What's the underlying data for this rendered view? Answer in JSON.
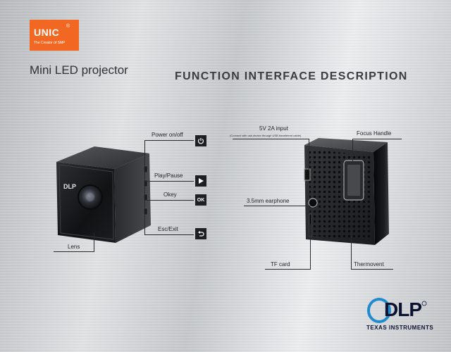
{
  "brand": {
    "logo_text": "UNIC",
    "reg_mark": "®",
    "tagline": "The Creator of SMP"
  },
  "product_title": "Mini LED projector",
  "section_title": "FUNCTION INTERFACE DESCRIPTION",
  "front_labels": {
    "power": "Power on/off",
    "play": "Play/Pause",
    "okey": "Okey",
    "esc": "Esc/Exit",
    "lens": "Lens",
    "ok_icon": "OK",
    "dlp_on_device": "DLP"
  },
  "rear_labels": {
    "usb_input": "5V 2A input",
    "usb_note": "(Connect with usb device through USB transferred cable)",
    "focus": "Focus Handle",
    "earphone": "3.5mm earphone",
    "tf_card": "TF card",
    "thermovent": "Thermovent"
  },
  "badge": {
    "dlp": "DLP",
    "maker": "TEXAS INSTRUMENTS"
  },
  "colors": {
    "brand_orange": "#f26722",
    "dlp_navy": "#0b1230",
    "dlp_ring": "#1e8bcf"
  },
  "icons": [
    "power-icon",
    "play-icon",
    "ok-icon",
    "return-icon"
  ]
}
